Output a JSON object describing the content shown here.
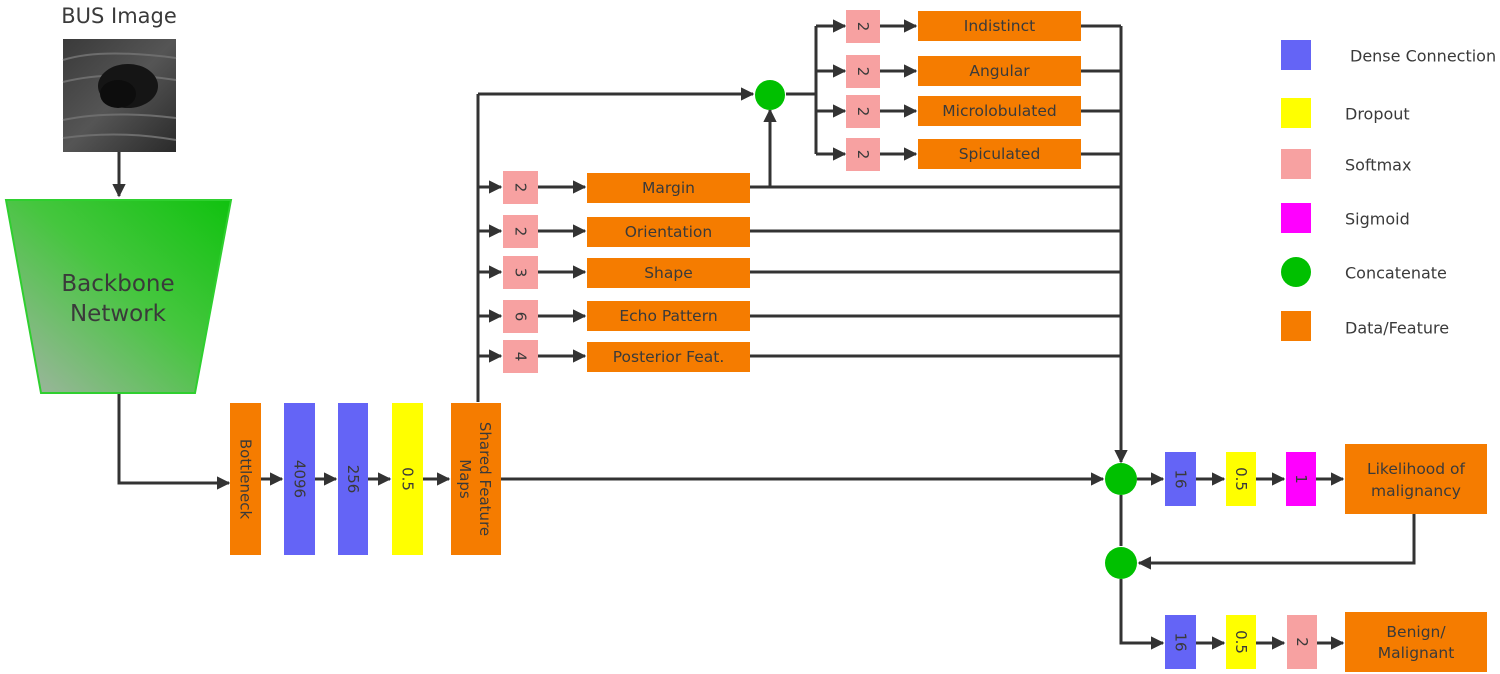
{
  "colors": {
    "dense": "#6464f6",
    "dropout": "#ffff00",
    "softmax": "#f7a1a1",
    "sigmoid": "#ff00ff",
    "concat": "#00c000",
    "feature": "#f57c00",
    "line": "#333333"
  },
  "input": {
    "title": "BUS Image"
  },
  "backbone": {
    "line1": "Backbone",
    "line2": "Network"
  },
  "trunk": {
    "bottleneck": "Bottleneck",
    "dense1": "4096",
    "dense2": "256",
    "dropout": "0.5",
    "shared_line1": "Shared Feature",
    "shared_line2": "Maps"
  },
  "branches": [
    {
      "softmax": "2",
      "label": "Margin"
    },
    {
      "softmax": "2",
      "label": "Orientation"
    },
    {
      "softmax": "3",
      "label": "Shape"
    },
    {
      "softmax": "6",
      "label": "Echo Pattern"
    },
    {
      "softmax": "4",
      "label": "Posterior Feat."
    }
  ],
  "margin_subtypes": [
    {
      "softmax": "2",
      "label": "Indistinct"
    },
    {
      "softmax": "2",
      "label": "Angular"
    },
    {
      "softmax": "2",
      "label": "Microlobulated"
    },
    {
      "softmax": "2",
      "label": "Spiculated"
    }
  ],
  "head_likelihood": {
    "dense": "16",
    "dropout": "0.5",
    "sigmoid": "1",
    "output_line1": "Likelihood of",
    "output_line2": "malignancy"
  },
  "head_class": {
    "dense": "16",
    "dropout": "0.5",
    "softmax": "2",
    "output_line1": "Benign/",
    "output_line2": "Malignant"
  },
  "legend": [
    {
      "label": "Dense Connection",
      "kind": "dense"
    },
    {
      "label": "Dropout",
      "kind": "dropout"
    },
    {
      "label": "Softmax",
      "kind": "softmax"
    },
    {
      "label": "Sigmoid",
      "kind": "sigmoid"
    },
    {
      "label": "Concatenate",
      "kind": "concat"
    },
    {
      "label": "Data/Feature",
      "kind": "feature"
    }
  ]
}
